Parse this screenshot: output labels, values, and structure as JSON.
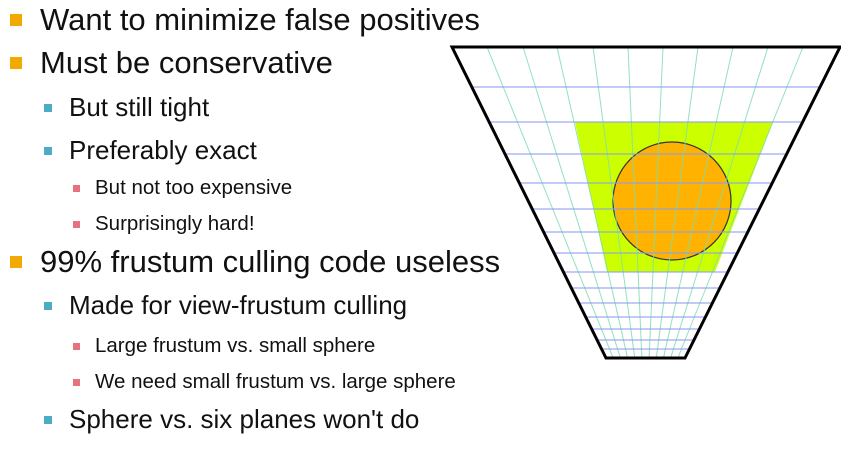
{
  "bullets": [
    {
      "level": 1,
      "text": "Want to minimize false positives"
    },
    {
      "level": 1,
      "text": "Must be conservative"
    },
    {
      "level": 2,
      "text": "But still tight"
    },
    {
      "level": 2,
      "text": "Preferably exact"
    },
    {
      "level": 3,
      "text": "But not too expensive"
    },
    {
      "level": 3,
      "text": "Surprisingly hard!"
    },
    {
      "level": 1,
      "text": "99% frustum culling code useless"
    },
    {
      "level": 2,
      "text": "Made for view-frustum culling"
    },
    {
      "level": 3,
      "text": "Large frustum vs. small sphere"
    },
    {
      "level": 3,
      "text": "We need small frustum vs. large sphere"
    },
    {
      "level": 2,
      "text": "Sphere vs. six planes won't do"
    }
  ],
  "colors": {
    "level1": "#F2A900",
    "level2": "#4BACC6",
    "level3": "#E8717F",
    "region": "#CCFF00",
    "sphere": "#FFB300",
    "grid_v": "#7FDDB0",
    "grid_h": "#8C9CF0"
  }
}
